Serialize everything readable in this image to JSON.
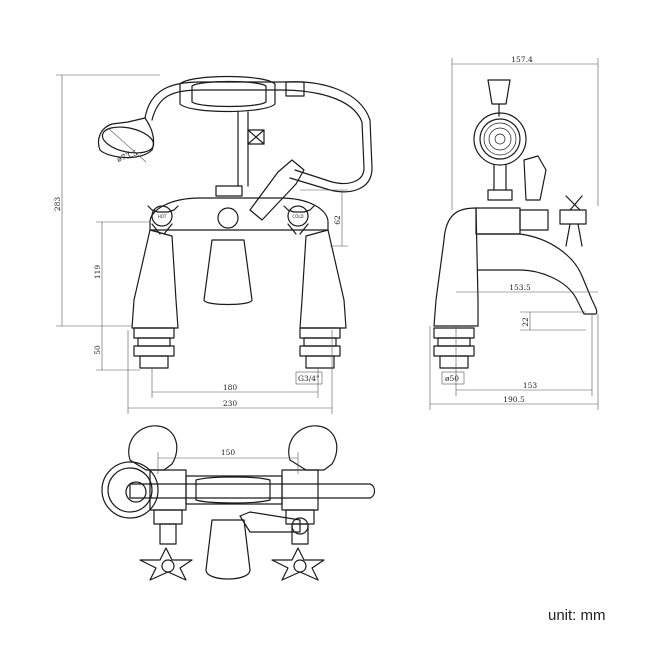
{
  "front_view": {
    "handshower_dia": "ø73.5",
    "height_total": "283",
    "height_body": "119",
    "height_lever": "62",
    "height_leg": "50",
    "thread": "G3/4\"",
    "centers": "180",
    "width": "230",
    "hot_label": "HOT",
    "cold_label": "COLD"
  },
  "side_view": {
    "width_top": "157.4",
    "spout_reach": "153.5",
    "spout_height": "22",
    "base_dia": "ø50",
    "base_to_spout": "153",
    "depth_total": "190.5"
  },
  "top_view": {
    "centers": "150"
  },
  "unit_label": "unit: mm"
}
